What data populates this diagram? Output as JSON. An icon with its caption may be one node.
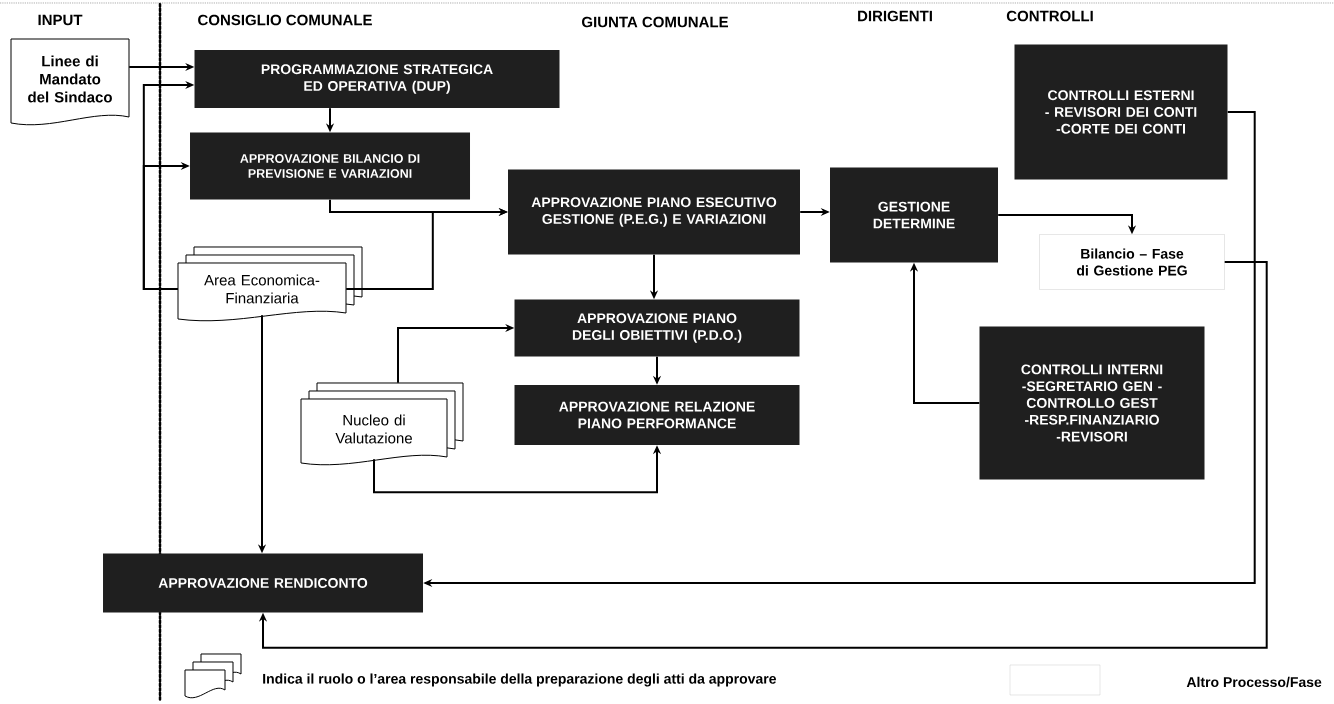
{
  "diagram": {
    "nodes": [
      {
        "text": [
          "Linee di Mandato del Sindaco"
        ]
      },
      {
        "text": [
          "PROGRAMMAZIONE STRATEGICA ED OPERATIVA (DUP)"
        ]
      },
      {
        "text": [
          "APPROVAZIONE BILANCIO DI PREVISIONE E VARIAZIONI"
        ]
      },
      {
        "text": [
          "Area Economica-Finanziaria"
        ]
      },
      {
        "text": [
          "APPROVAZIONE PIANO ESECUTIVO GESTIONE (P.E.G.) E VARIAZIONI"
        ]
      },
      {
        "text": [
          "APPROVAZIONE PIANO DEGLI OBIETTIVI (P.D.O.)"
        ]
      },
      {
        "text": [
          "Nucleo di Valutazione"
        ]
      },
      {
        "text": [
          "APPROVAZIONE RELAZIONE PIANO PERFORMANCE"
        ]
      },
      {
        "text": [
          "GESTIONE DETERMINE"
        ]
      },
      {
        "text": [
          "CONTROLLI ESTERNI - REVISORI DEI CONTI -CORTE DEI CONTI"
        ]
      },
      {
        "text": [
          "Bilancio – Fase di Gestione PEG"
        ]
      },
      {
        "text": [
          "CONTROLLI INTERNI -SEGRETARIO GEN -CONTROLLO GEST -RESP.FINANZIARIO -REVISORI"
        ]
      },
      {
        "text": [
          "APPROVAZIONE RENDICONTO"
        ]
      }
    ],
    "edges": [
      {
        "from": 0,
        "to": 1,
        "arrow": "to"
      },
      {
        "from": 3,
        "to": 1,
        "arrow": "to"
      },
      {
        "from": 3,
        "to": 2,
        "arrow": "to"
      },
      {
        "from": 2,
        "to": 4,
        "arrow": "to"
      },
      {
        "from": 3,
        "to": 4,
        "arrow": "to"
      },
      {
        "from": 1,
        "to": 2,
        "arrow": "to"
      },
      {
        "from": 4,
        "to": 5,
        "arrow": "to"
      },
      {
        "from": 6,
        "to": 5,
        "arrow": "to"
      },
      {
        "from": 5,
        "to": 7,
        "arrow": "to"
      },
      {
        "from": 6,
        "to": 7,
        "arrow": "to"
      },
      {
        "from": 3,
        "to": 12,
        "arrow": "to"
      },
      {
        "from": 4,
        "to": 8,
        "arrow": "to"
      },
      {
        "from": 8,
        "to": 10,
        "arrow": "to"
      },
      {
        "from": 11,
        "to": 8,
        "arrow": "to"
      },
      {
        "from": 9,
        "to": 12,
        "arrow": "to"
      },
      {
        "from": 10,
        "to": 12,
        "arrow": "to"
      }
    ],
    "labels": [
      "INPUT",
      "CONSIGLIO COMUNALE",
      "GIUNTA COMUNALE",
      "DIRIGENTI",
      "CONTROLLI"
    ],
    "legend": [
      {
        "text": "Indica il ruolo o l’area responsabile della preparazione degli atti da approvare"
      },
      {
        "text": "Altro Processo/Fase"
      }
    ]
  }
}
